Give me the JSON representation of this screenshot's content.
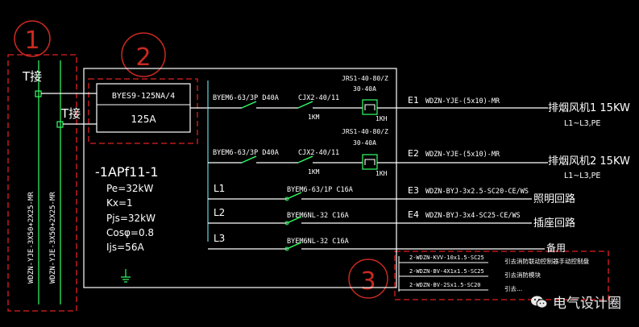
{
  "markers": {
    "one": "1",
    "two": "2",
    "three": "3"
  },
  "t_junction": {
    "label_1": "T接",
    "label_2": "T接"
  },
  "feeder_cables": {
    "cable_1": "WDZN-YJE-3X50+2X25-MR",
    "cable_2": "WDZN-YJE-3X50+2X25-MR"
  },
  "main_switch": {
    "model": "BYES9-125NA/4",
    "rating": "125A"
  },
  "panel": {
    "name": "-1APf11-1",
    "pe": "Pe=32kW",
    "kx": "Kx=1",
    "pjs": "Pjs=32kW",
    "cos": "Cosφ=0.8",
    "ijs": "Ijs=56A"
  },
  "fan_circuits": [
    {
      "breaker": "BYEM6-63/3P D40A",
      "contactor": "CJX2-40/11",
      "contactor_tag": "1KM",
      "relay": "JRS1-40-80/Z",
      "relay_range": "30-40A",
      "relay_tag": "1KH",
      "circuit": "E1",
      "cable": "WDZN-YJE-(5x10)-MR",
      "load": "排烟风机1  15KW",
      "phases": "L1~L3,PE"
    },
    {
      "breaker": "BYEM6-63/3P D40A",
      "contactor": "CJX2-40/11",
      "contactor_tag": "1KM",
      "relay": "JRS1-40-80/Z",
      "relay_range": "30-40A",
      "relay_tag": "1KH",
      "circuit": "E2",
      "cable": "WDZN-YJE-(5x10)-MR",
      "load": "排烟风机2  15KW",
      "phases": "L1~L3,PE"
    }
  ],
  "branch_circuits": [
    {
      "phase": "L1",
      "breaker": "BYEM6-63/1P C16A",
      "circuit": "E3",
      "cable": "WDZN-BYJ-3x2.5-SC20-CE/WS",
      "load": "照明回路"
    },
    {
      "phase": "L2",
      "breaker": "BYEM6NL-32  C16A",
      "circuit": "E4",
      "cable": "WDZN-BYJ-3x4-SC25-CE/WS",
      "load": "插座回路"
    },
    {
      "phase": "L3",
      "breaker": "BYEM6NL-32  C16A",
      "circuit": "",
      "cable": "",
      "load": "备用"
    }
  ],
  "control_lines": [
    {
      "cable": "2-WDZN-KVV-10x1.5-SC25",
      "note": "引去消防联动控制器手动控制盘"
    },
    {
      "cable": "2-WDZN-BV-4X1x1.5-SC25",
      "note": "引去消防模块"
    },
    {
      "cable": "2-WDZN-BV-2Sx1.5-SC20",
      "note": "引去..."
    }
  ],
  "watermark": {
    "text": "电气设计圈",
    "icon": "wechat-icon"
  },
  "colors": {
    "background": "#000000",
    "line": "#ffffff",
    "cyan": "#5fd8e6",
    "green": "#33ff66",
    "marker_red": "#c82a20",
    "dash_red": "#e02020",
    "text": "#ffffff"
  }
}
